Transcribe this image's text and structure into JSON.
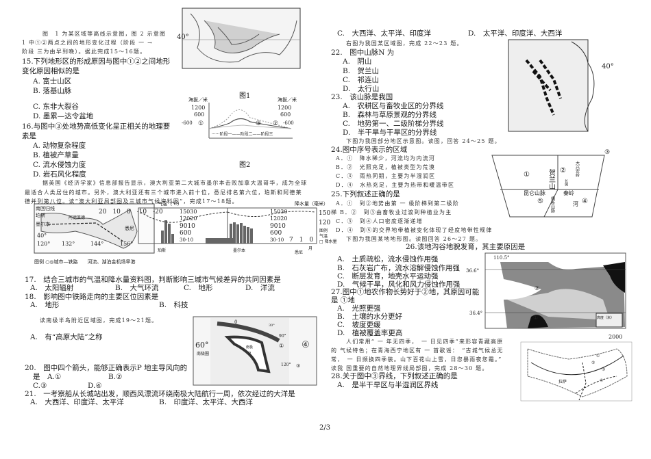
{
  "page_number": "2/3",
  "left_column": [
    "图　1 为某区域等高线示意图，图 2 示意图",
    "1 中①②两点之间的地形变化过程（阶段 一 →",
    "阶段 三为由早到晚）。据此完成15～16题。",
    "15.下列地形区的形成原因与图中①②之间地形",
    "变化原因相似的是",
    "A. 富士山区",
    "B. 落基山脉",
    "C. 东非大裂谷",
    "D. 墨累—达令盆地",
    "16.与图中③处地势高低变化呈正相关的地理要",
    "素是",
    "A. 动物复杂程度",
    "B. 植被产草量",
    "C. 流水侵蚀力度",
    "D. 岩石风化程度",
    "据英国《经济学家》信息部报告显示，澳大利亚第二大城市墨尔本击败加拿大温哥华，成为全球",
    "最适合人类居住的城市。另外，澳大利亚还有三个城市进入前十位，悉尼排名第六位，珀斯和阿德莱",
    "德并列第八位。读”澳大利亚局部图及三城市气候资料图”，完成17～18题。",
    "17.　结合三城市的气温和降水量资料图，判断影响三城市气候差异的共同因素是",
    "A.　太阳辐射",
    "B.　大气环流",
    "C.　地形",
    "D.　洋流",
    "18.　影响图中铁路走向的主要区位因素是",
    "A.　地形",
    "B.　科技",
    "读南极半岛附近区域图，完成19～21题。",
    "A.　有“高原大陆”之称",
    "20.　图中四个箭头，能够正确表示P 地主导风向的",
    "是　A.①",
    "B.②",
    "C.③",
    "D.④",
    "21.　一考察船从长城站出发，顺西风漂流环绕南极大陆航行一周，依次经过的大洋是",
    "A.　大西洋、印度洋、太平洋",
    "B.　印度洋、太平洋、大西洋"
  ],
  "right_column": [
    "C.　大西洋、太平洋、印度洋",
    "D.　太平洋、印度洋、大西洋",
    "右图为我国某区域图，完成 22～23 题。",
    "22.　图中山脉N 为",
    "A.　阴山",
    "B.　贺兰山",
    "C.　祁连山",
    "D.　太行山",
    "23.　该山脉是我国",
    "A.　农耕区与畜牧业区的分界线",
    "B.　森林与草原景观的分界线",
    "C.　地势第一、二级阶梯分界线",
    "D.　半干旱与干旱区的分界线",
    "下图为我国部分地区示意图。读图，回答 24～25 题。",
    "24.图中序号表示的区域",
    "A．①　降水稀少，河流均为内流河",
    "B．②　光照充足，植被类型为荒漠",
    "C．③　雨热同期，主要为半湿润区",
    "D．④　水热充足，主要为热带和暖温带区",
    "25.下列叙述正确的是",
    "A．①　到②地势由第 一 级阶梯到第二级阶",
    "梯 B．②　到③由畜牧业过渡到种植业为主",
    "C．③　到④人口密度逐渐递增",
    "D．④　到⑤的交界地带植被变化体现了经度地带性规律",
    "下图为我国某地地形图。读图回答 26～27 题。",
    "26.该地沟谷地貌发育，其主要原因是",
    "A.　土质疏松，流水侵蚀作用强",
    "B.　石灰岩广布，流水溶解侵蚀作用强",
    "C.　断层发育，地壳水平运动强",
    "D.　气候干旱，风化和风力侵蚀作用强",
    "27.图中①地农作物长势好于②地，其原因可能",
    "是 ①地",
    "A.　光照更强",
    "B.　土壤的水分更好",
    "C.　坡度更缓",
    "D.　植被覆盖率更高",
    "人们常用“ 一 年无四季，　一 日见四季”来形容青藏高原",
    "的 气候特色；在青海西宁地区有 一 首歌谣：　“古城气候总无",
    "常，　一 日频换四季装。山下百花山上雪，日您暴雨夜您霜。”",
    "读我 国重要的自然地理界线局部图，完成 28～30 题。",
    "28.关于图中③界线，下列叙述正确的是",
    "A.　是半干旱区与半湿润区界线"
  ],
  "figures": {
    "fig1_contour": {
      "lat_label": "40°",
      "caption": "图1"
    },
    "fig2_profile": {
      "caption": "图2",
      "yaxis_left": "海拔／米",
      "yaxis_right": "海拔／米",
      "ticks": [
        "1200",
        "600",
        "-600"
      ],
      "point1": "①",
      "point2": "②",
      "point3": "③",
      "legend": "······阶段一——阶段二——阶段三"
    },
    "australia_map": {
      "labels": [
        "南回归线",
        "珀斯",
        "墨尔本",
        "悉尼",
        "阿德莱德"
      ],
      "lat": "40°",
      "lons": [
        "120°",
        "132°",
        "144°",
        "156°"
      ],
      "legend": "图例 ○◎城市—铁路　　河流、湖泊金机场早港"
    },
    "climate_chart": {
      "temp_label": "气温（℃）",
      "precip_label": "降水量（毫米）",
      "temp_ticks": "20　10　0　-10　-20",
      "ticks_a": [
        "15030",
        "12020",
        "9010",
        "600",
        "30-10"
      ],
      "precip_ticks": [
        "150",
        "120"
      ],
      "months": "7　1　0",
      "month_unit": "月",
      "cities": [
        "珀斯",
        "墨尔本",
        "悉尼"
      ],
      "legend": [
        "图例",
        "气温",
        "降水量"
      ]
    },
    "antarctic_map": {
      "labels": [
        "0",
        "30°",
        "60°",
        "90°",
        "120°",
        "南极圈",
        "南极",
        "P"
      ],
      "circle4": "④",
      "circle1": "①",
      "circle3": "③"
    },
    "mountain_map": {
      "lat": "40°",
      "label": "N"
    },
    "regions_diagram": {
      "labels": [
        "①",
        "②",
        "③",
        "④",
        "⑤",
        "贺兰山",
        "大兴安岭",
        "长城",
        "昆仑山脉",
        "秦岭",
        "横断山脉",
        "河"
      ]
    },
    "terrain_map": {
      "lon": "110.5°",
      "lats": [
        "36.6°",
        "36.4°"
      ],
      "marks": [
        "①",
        "②"
      ],
      "legend": "高度（米）",
      "value": "2000"
    },
    "tibet_map": {
      "city": "拉萨",
      "lines": [
        "①",
        "②",
        "③",
        "④"
      ]
    }
  },
  "colors": {
    "text": "#1a1a1a",
    "map_gray": "#8a8a8a",
    "dark": "#222222"
  }
}
